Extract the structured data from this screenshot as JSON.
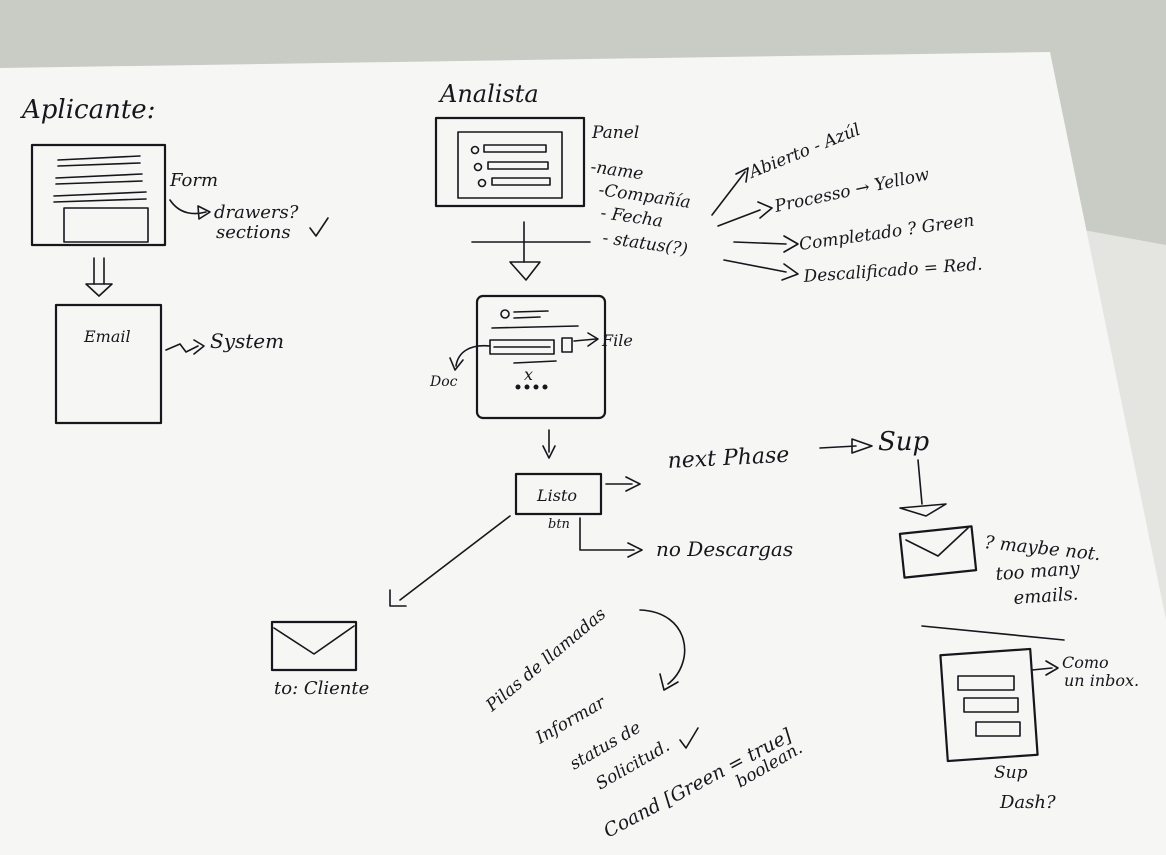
{
  "colors": {
    "ink": "#16161d",
    "paper": "#f6f6f4",
    "table": "#c9ccc4"
  },
  "left": {
    "title": "Aplicante:",
    "form_label": "Form",
    "drawers_line1": "drawers?",
    "drawers_line2": "sections",
    "email_label": "Email",
    "system_label": "System"
  },
  "center": {
    "title": "Analista",
    "panel_label": "Panel",
    "fields": [
      "-name",
      "-Compañía",
      "- Fecha",
      "- status(?)"
    ],
    "status_options": [
      "Abierto - Azúl",
      "Processo → Yellow",
      "Completado ? Green",
      "Descalificado = Red."
    ],
    "file_label": "File",
    "doc_label": "Doc",
    "x_mark": "x",
    "listo_button": "Listo",
    "btn_label": "btn",
    "next_phase": "next Phase",
    "sup_label": "Sup",
    "no_descargas": "no Descargas",
    "to_cliente": "to: Cliente",
    "pilas": "Pilas de llamadas",
    "informar_line1": "Informar",
    "informar_line2": "status de",
    "informar_line3": "Solicitud.",
    "coand": "Coand [Green = true]",
    "boolean": "boolean."
  },
  "right": {
    "maybe_line1": "? maybe not.",
    "maybe_line2": "too many",
    "maybe_line3": "emails.",
    "como_line1": "Como",
    "como_line2": "un inbox.",
    "sup_dash_line1": "Sup",
    "sup_dash_line2": "Dash?"
  }
}
